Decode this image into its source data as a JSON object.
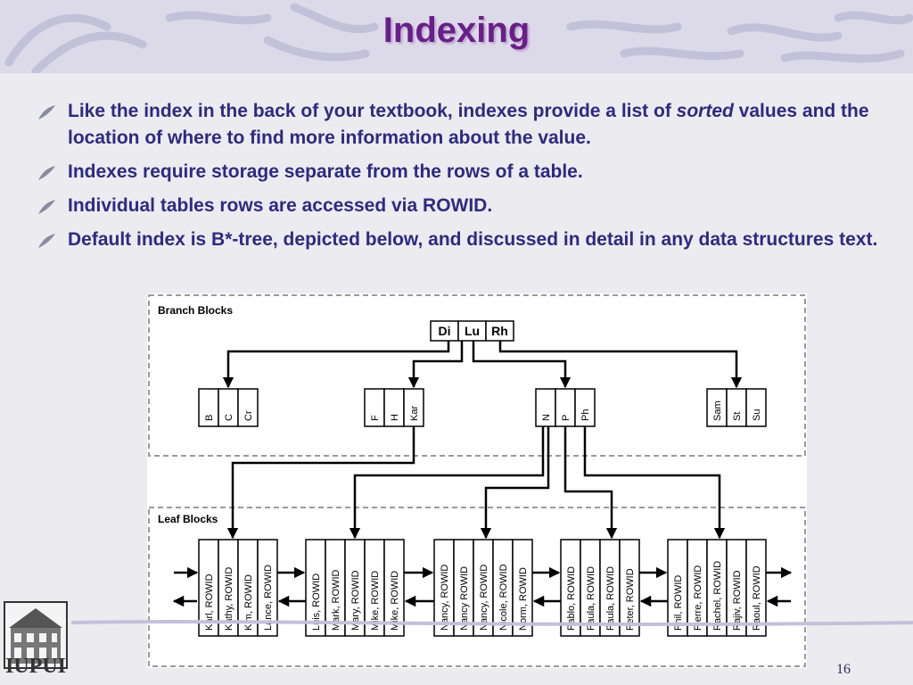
{
  "slide": {
    "title": "Indexing",
    "page_number": "16",
    "logo_text": "IUPUI"
  },
  "bullets": [
    {
      "before": "Like the index in the back of your textbook, indexes provide a list of ",
      "emph": "sorted",
      "after": " values and the location of where to find more information about the value."
    },
    {
      "before": "Indexes require storage separate from the rows of a table.",
      "emph": "",
      "after": ""
    },
    {
      "before": "Individual tables rows are accessed via ROWID.",
      "emph": "",
      "after": ""
    },
    {
      "before": "Default index is B*-tree, depicted below, and discussed in detail in any data structures text.",
      "emph": "",
      "after": ""
    }
  ],
  "diagram": {
    "branch_label": "Branch Blocks",
    "leaf_label": "Leaf Blocks",
    "root": [
      "Di",
      "Lu",
      "Rh"
    ],
    "branches": [
      [
        "B",
        "C",
        "Cr"
      ],
      [
        "F",
        "H",
        "Kar"
      ],
      [
        "N",
        "P",
        "Ph"
      ],
      [
        "Sam",
        "St",
        "Su"
      ]
    ],
    "leaves": [
      [
        "Karl, ROWID",
        "Kathy, ROWID",
        "Kim, ROWID",
        "Lance, ROWID"
      ],
      [
        "Luis, ROWID",
        "Mark, ROWID",
        "Mary, ROWID",
        "Mike, ROWID",
        "Mike, ROWID"
      ],
      [
        "Nancy, ROWID",
        "Nancy ROWID",
        "Nancy, ROWID",
        "Nicole, ROWID",
        "Norm, ROWID"
      ],
      [
        "Pablo, ROWID",
        "Paula, ROWID",
        "Paula, ROWID",
        "Peter, ROWID"
      ],
      [
        "Phil, ROWID",
        "Pierre, ROWID",
        "Rachel, ROWID",
        "Rajiv, ROWID",
        "Raoul, ROWID"
      ]
    ]
  },
  "colors": {
    "title": "#6a1e8a",
    "bullet_text": "#2e2a80",
    "background": "#ecebf0"
  }
}
